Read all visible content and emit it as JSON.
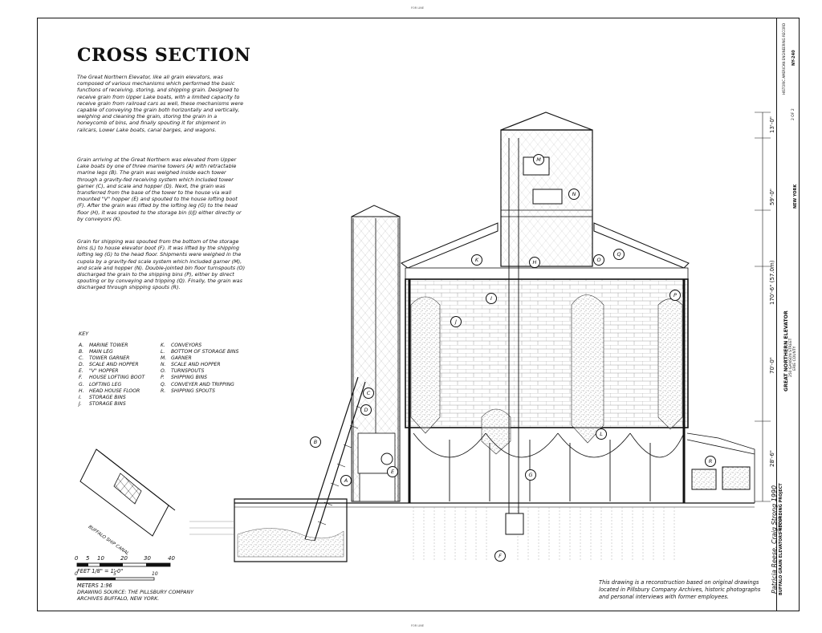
{
  "sheet": {
    "title": "CROSS SECTION",
    "narrative": [
      "The Great Northern Elevator, like all grain elevators, was composed of various mechanisms which performed the basic functions of receiving, storing, and shipping grain. Designed to receive grain from Upper Lake boats, with a limited capacity to receive grain from railroad cars as well, these mechanisms were capable of conveying the grain both horizontally and vertically, weighing and cleaning the grain, storing the grain in a honeycomb of bins, and finally spouting it for shipment in railcars, Lower Lake boats, canal barges, and wagons.",
      "Grain arriving at the Great Northern was elevated from Upper Lake boats by one of three marine towers (A) with retractable marine legs (B). The grain was weighed inside each tower through a gravity-fed receiving system which included tower garner (C), and scale and hopper (D). Next, the grain was transferred from the base of the tower to the house via wall mounted \"V\" hopper (E) and spouted to the house lofting boot (F). After the grain was lifted by the lofting leg (G) to the head floor (H), it was spouted to the storage bin (I/J) either directly or by conveyors (K).",
      "Grain for shipping was spouted from the bottom of the storage bins (L) to house elevator boot (F). It was lifted by the shipping lofting leg (G) to the head floor. Shipments were weighed in the cupola by a gravity-fed scale system which included garner (M), and scale and hopper (N). Double-jointed bin floor turnspouts (O) discharged the grain to the shipping bins (P), either by direct spouting or by conveying and tripping (Q). Finally, the grain was discharged through shipping spouts (R)."
    ],
    "key_heading": "KEY",
    "key_col1": [
      {
        "letter": "A.",
        "text": "MARINE TOWER"
      },
      {
        "letter": "B.",
        "text": "MAIN LEG"
      },
      {
        "letter": "C.",
        "text": "TOWER GARNER"
      },
      {
        "letter": "D.",
        "text": "SCALE AND HOPPER"
      },
      {
        "letter": "E.",
        "text": "\"V\" HOPPER"
      },
      {
        "letter": "F.",
        "text": "HOUSE LOFTING BOOT"
      },
      {
        "letter": "G.",
        "text": "LOFTING LEG"
      },
      {
        "letter": "H.",
        "text": "HEAD HOUSE FLOOR"
      },
      {
        "letter": "I.",
        "text": "STORAGE BINS"
      },
      {
        "letter": "J.",
        "text": "STORAGE BINS"
      }
    ],
    "key_col2": [
      {
        "letter": "K.",
        "text": "CONVEYORS"
      },
      {
        "letter": "L.",
        "text": "BOTTOM OF STORAGE BINS"
      },
      {
        "letter": "M.",
        "text": "GARNER"
      },
      {
        "letter": "N.",
        "text": "SCALE AND HOPPER"
      },
      {
        "letter": "O.",
        "text": "TURNSPOUTS"
      },
      {
        "letter": "P.",
        "text": "SHIPPING BINS"
      },
      {
        "letter": "Q.",
        "text": "CONVEYER AND TRIPPING"
      },
      {
        "letter": "R.",
        "text": "SHIPPING SPOUTS"
      }
    ],
    "canal_label": "BUFFALO SHIP CANAL",
    "scale_feet_ticks": [
      "0",
      "5",
      "10",
      "20",
      "30",
      "40"
    ],
    "scale_feet_label": "FEET",
    "scale_ratio": "1/8\" = 1'-0\"",
    "scale_meters_ticks": [
      "0",
      "5",
      "10"
    ],
    "scale_meters_label": "METERS",
    "scale_meters_ratio": "1:96",
    "source_lines": [
      "DRAWING SOURCE: THE PILLSBURY COMPANY",
      "ARCHIVES BUFFALO, NEW YORK."
    ],
    "recon_note": "This drawing is a reconstruction based on original drawings located in Pillsbury Company Archives, historic photographs and personal interviews with former employees.",
    "delineator": "Patricia Reese, Craig Strong 1990",
    "dimensions": [
      "13'-0\"",
      "59'-0\"",
      "170'-6\" (57.0m)",
      "70'-0\"",
      "28'-6\""
    ],
    "callouts": [
      "A",
      "B",
      "C",
      "D",
      "E",
      "F",
      "G",
      "H",
      "I",
      "J",
      "K",
      "L",
      "M",
      "N",
      "O",
      "P",
      "Q",
      "R"
    ]
  },
  "title_block": {
    "project": "GREAT NORTHERN ELEVATOR",
    "address": "250 GANSON STREET",
    "city": "BUFFALO",
    "county": "ERIE COUNTY",
    "state": "NEW YORK",
    "agency": "BUFFALO GRAIN ELEVATORS RECORDING PROJECT",
    "haer_no": "NY-240",
    "sheet_of": "2 OF 2",
    "haer_heading": "HISTORIC AMERICAN ENGINEERING RECORD"
  },
  "margin_marks": [
    "FOR LINE",
    "FOR LINE"
  ]
}
